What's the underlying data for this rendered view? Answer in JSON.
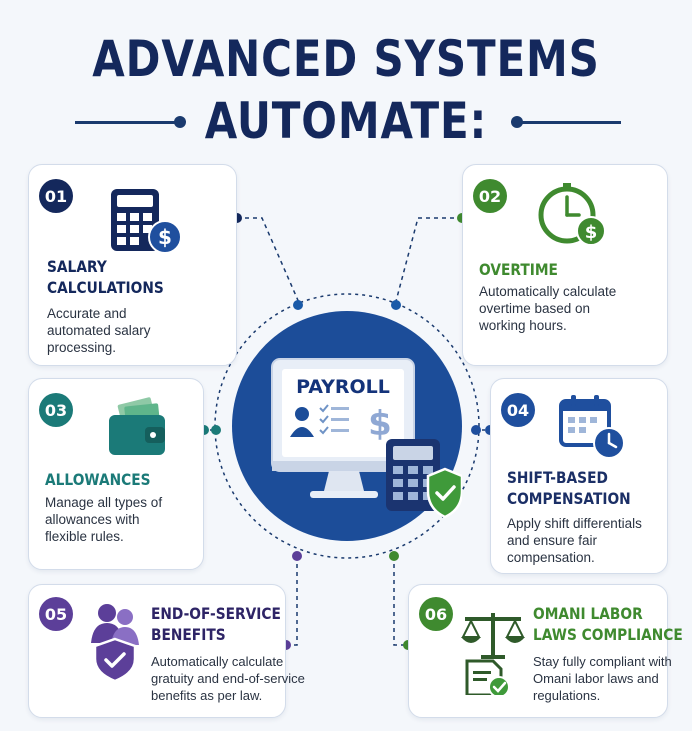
{
  "header": {
    "line1": "ADVANCED SYSTEMS",
    "line2": "AUTOMATE:"
  },
  "center": {
    "label": "PAYROLL",
    "icons": [
      "monitor-icon",
      "user-icon",
      "checklist-icon",
      "dollar-icon",
      "calculator-icon",
      "shield-check-icon"
    ]
  },
  "cards": [
    {
      "number": "01",
      "title1": "SALARY",
      "title2": "CALCULATIONS",
      "desc": [
        "Accurate and",
        "automated salary",
        "processing."
      ],
      "icon": "calculator-dollar-icon",
      "color": "#14285c"
    },
    {
      "number": "02",
      "title1": "OVERTIME",
      "title2": "",
      "desc": [
        "Automatically calculate",
        "overtime based on",
        "working hours."
      ],
      "icon": "clock-dollar-icon",
      "color": "#3f8a2f"
    },
    {
      "number": "03",
      "title1": "ALLOWANCES",
      "title2": "",
      "desc": [
        "Manage all types of",
        "allowances with",
        "flexible rules."
      ],
      "icon": "wallet-icon",
      "color": "#1b7a78"
    },
    {
      "number": "04",
      "title1": "SHIFT-BASED",
      "title2": "COMPENSATION",
      "desc": [
        "Apply shift differentials",
        "and ensure fair",
        "compensation."
      ],
      "icon": "calendar-clock-icon",
      "color": "#1f4f9e"
    },
    {
      "number": "05",
      "title1": "END-OF-SERVICE",
      "title2": "BENEFITS",
      "desc": [
        "Automatically calculate",
        "gratuity and end-of-service",
        "benefits as per law."
      ],
      "icon": "users-shield-icon",
      "color": "#5c3f99"
    },
    {
      "number": "06",
      "title1": "OMANI LABOR",
      "title2": "LAWS COMPLIANCE",
      "desc": [
        "Stay fully compliant with",
        "Omani labor laws and",
        "regulations."
      ],
      "icon": "scales-document-icon",
      "color": "#3f8a2f"
    }
  ],
  "colors": {
    "title": "#14285c",
    "accent_navy": "#14285c",
    "accent_green": "#3f8a2f",
    "accent_teal": "#1b7a78",
    "accent_blue": "#1f4f9e",
    "accent_purple": "#5c3f99",
    "center_circle": "#1c4d99",
    "background": "#f4f7fb"
  }
}
